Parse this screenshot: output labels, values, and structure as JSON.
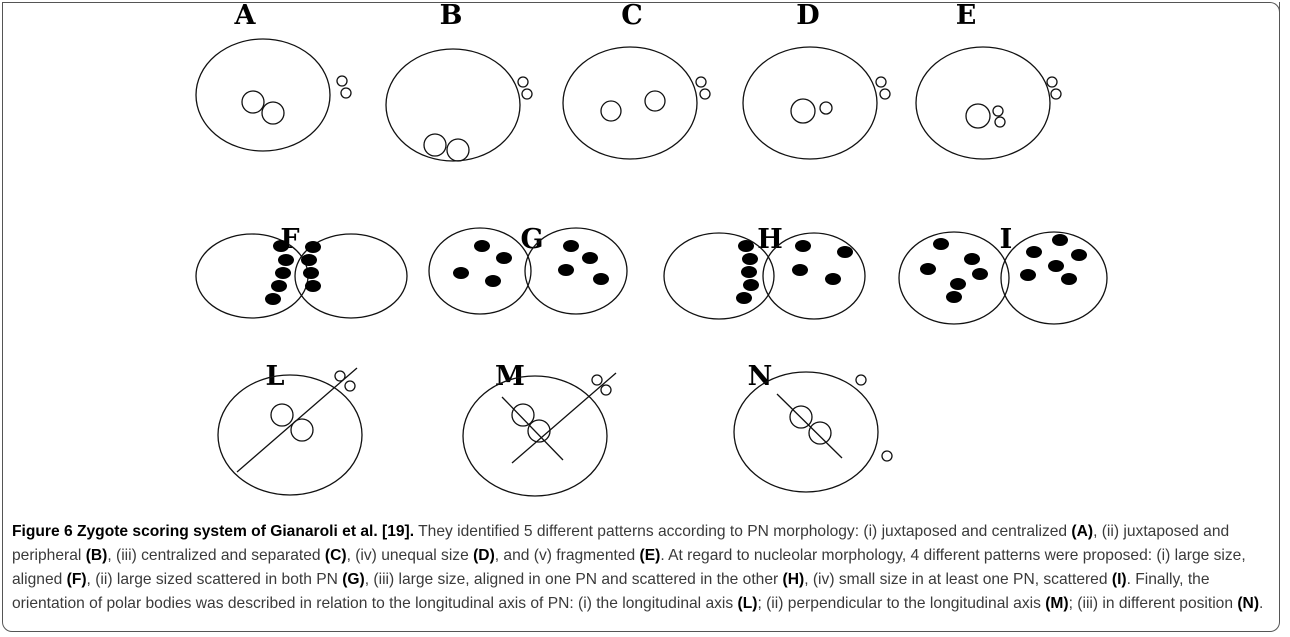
{
  "panels": {
    "A": "A",
    "B": "B",
    "C": "C",
    "D": "D",
    "E": "E",
    "F": "F",
    "G": "G",
    "H": "H",
    "I": "I",
    "L": "L",
    "M": "M",
    "N": "N"
  },
  "caption": {
    "title": "Figure 6 Zygote scoring system of Gianaroli et al. [19].",
    "t1": " They identified 5 different patterns according to PN morphology: (i) juxtaposed and centralized ",
    "A": "(A)",
    "t2": ", (ii) juxtaposed and peripheral ",
    "B": "(B)",
    "t3": ", (iii) centralized and separated ",
    "C": "(C)",
    "t4": ", (iv) unequal size ",
    "D": "(D)",
    "t5": ", and (v) fragmented ",
    "E": "(E)",
    "t6": ". At regard to nucleolar morphology, 4 different patterns were proposed: (i) large size, aligned ",
    "F": "(F)",
    "t7": ", (ii) large sized scattered in both PN ",
    "G": "(G)",
    "t8": ", (iii) large size, aligned in one PN and scattered in the other ",
    "H": "(H)",
    "t9": ", (iv) small size in at least one PN, scattered ",
    "I": "(I)",
    "t10": ". Finally, the orientation of polar bodies was described in relation to the longitudinal axis of PN: (i) the longitudinal axis ",
    "L": "(L)",
    "t11": "; (ii) perpendicular to the longitudinal axis ",
    "M": "(M)",
    "t12": "; (iii) in different position ",
    "N": "(N)",
    "t13": "."
  }
}
